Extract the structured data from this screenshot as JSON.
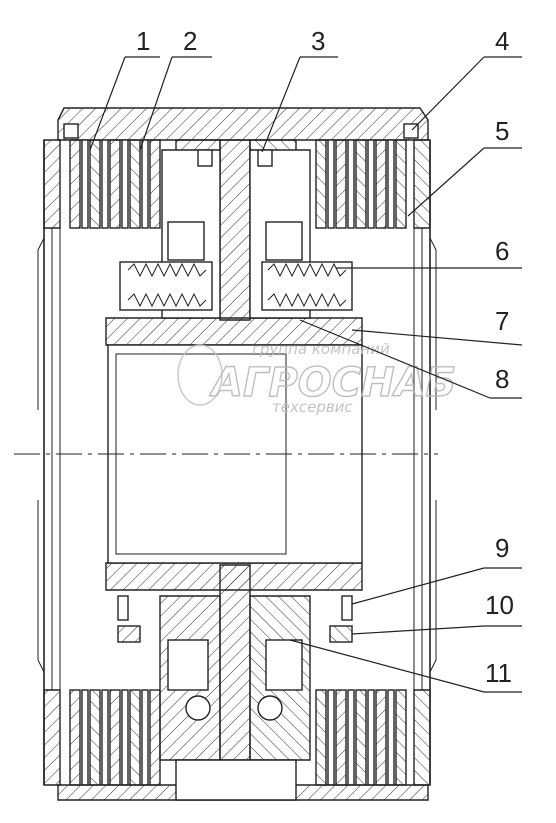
{
  "drawing": {
    "callouts": [
      "1",
      "2",
      "3",
      "4",
      "5",
      "6",
      "7",
      "8",
      "9",
      "10",
      "11"
    ]
  },
  "watermark": {
    "line1": "группа компаний",
    "line2": "АГРОСНАБ",
    "line3": "техсервис"
  }
}
